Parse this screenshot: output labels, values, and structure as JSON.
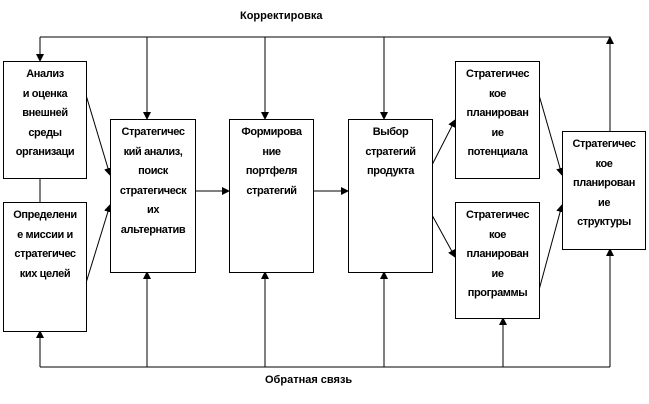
{
  "labels": {
    "top": "Корректировка",
    "bottom": "Обратная связь"
  },
  "boxes": {
    "b1": [
      "Анализ",
      "и оценка",
      "внешней",
      "среды",
      "организаци"
    ],
    "b2": [
      "Определени",
      "е миссии и",
      "стратегичес",
      "ких целей"
    ],
    "b3": [
      "Стратегичес",
      "кий анализ,",
      "поиск",
      "стратегическ",
      "их",
      "альтернатив"
    ],
    "b4": [
      "Формирова",
      "ние",
      "портфеля",
      "стратегий"
    ],
    "b5": [
      "Выбор",
      "стратегий",
      "продукта"
    ],
    "b6": [
      "Стратегичес",
      "кое",
      "планирован",
      "ие",
      "потенциала"
    ],
    "b7": [
      "Стратегичес",
      "кое",
      "планирован",
      "ие",
      "программы"
    ],
    "b8": [
      "Стратегичес",
      "кое",
      "планирован",
      "ие",
      "структуры"
    ]
  }
}
